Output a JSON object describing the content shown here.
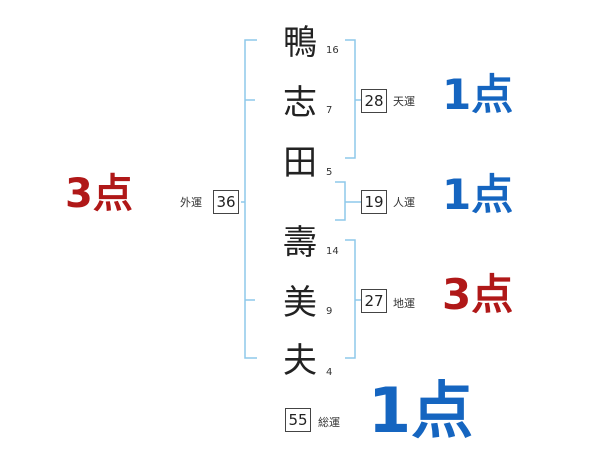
{
  "name_chars": [
    {
      "char": "鴨",
      "strokes": "16"
    },
    {
      "char": "志",
      "strokes": "7"
    },
    {
      "char": "田",
      "strokes": "5"
    },
    {
      "char": "壽",
      "strokes": "14"
    },
    {
      "char": "美",
      "strokes": "9"
    },
    {
      "char": "夫",
      "strokes": "4"
    }
  ],
  "fortunes": {
    "gaiun": {
      "value": "36",
      "label": "外運",
      "score": "3点",
      "color": "#b01818"
    },
    "tenun": {
      "value": "28",
      "label": "天運",
      "score": "1点",
      "color": "#1565c0"
    },
    "jinun": {
      "value": "19",
      "label": "人運",
      "score": "1点",
      "color": "#1565c0"
    },
    "chiun": {
      "value": "27",
      "label": "地運",
      "score": "3点",
      "color": "#b01818"
    },
    "souun": {
      "value": "55",
      "label": "総運",
      "score": "1点",
      "color": "#1565c0"
    }
  },
  "colors": {
    "bracket": "#8ec8ea",
    "text": "#222222"
  }
}
